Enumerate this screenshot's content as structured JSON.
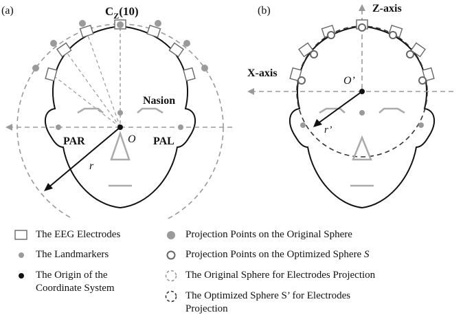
{
  "panel_a": {
    "label": "(a)",
    "cz_main": "C",
    "cz_sub": "Z",
    "cz_tail": "(10)",
    "nasion": "Nasion",
    "par": "PAR",
    "pal": "PAL",
    "origin": "O",
    "radius": "r"
  },
  "panel_b": {
    "label": "(b)",
    "z_axis": "Z-axis",
    "x_axis": "X-axis",
    "origin": "O’",
    "radius": "r’"
  },
  "legend": {
    "electrodes": "The EEG Electrodes",
    "landmarkers": "The Landmarkers",
    "origin_line1": "The Origin of the",
    "origin_line2": "Coordinate System",
    "proj_original": "Projection Points on the Original Sphere",
    "proj_optimized": "Projection Points on the Optimized Sphere",
    "proj_optimized_symbol": "S",
    "sphere_original": "The Original Sphere for Electrodes Projection",
    "sphere_optimized_line1": "The Optimized Sphere S’ for Electrodes",
    "sphere_optimized_line2": "Projection"
  },
  "colors": {
    "gray": "#9a9a9a",
    "dark": "#111111",
    "stroke": "#666666"
  }
}
